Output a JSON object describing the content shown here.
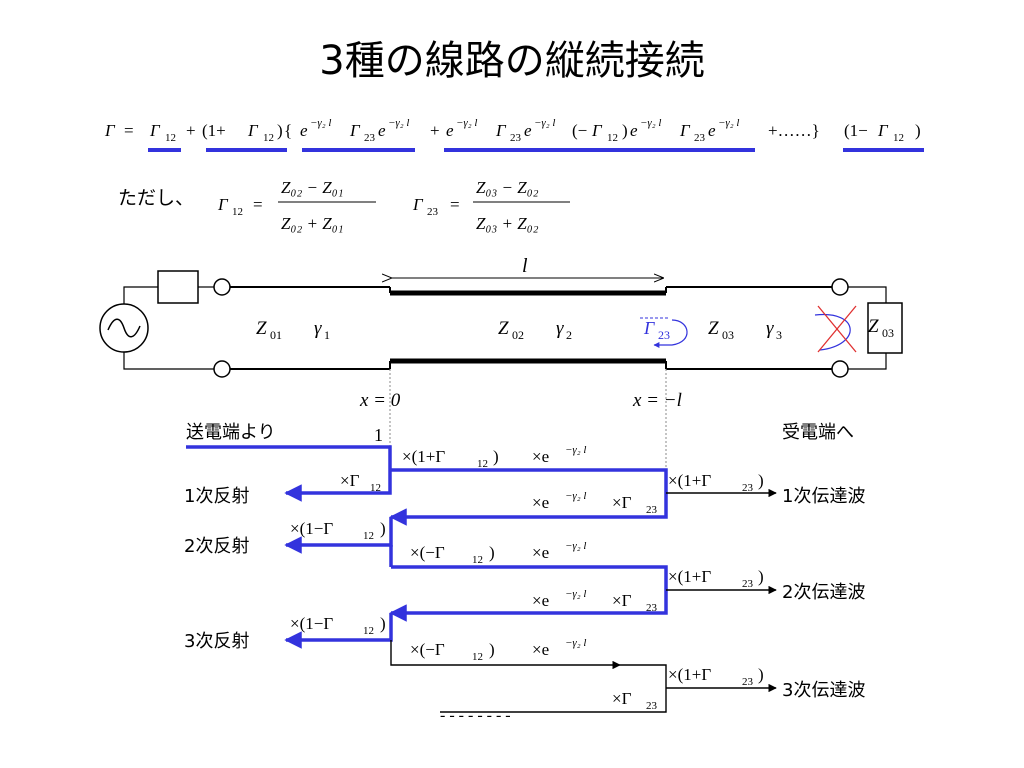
{
  "title": "3種の線路の縦続接続",
  "equation": {
    "gamma": "Γ",
    "sub12": "12",
    "sub23": "23",
    "e": "e",
    "neg_gamma2_l": "−γ₂ l",
    "equals": "=",
    "plus": "+",
    "one_plus": "(1+",
    "one_minus": "(1−",
    "minus_open": "(−",
    "close_paren": ")",
    "open_brace": "{",
    "ellipsis_close": "+……}"
  },
  "definitions": {
    "tadashi": "ただし、",
    "g12_fraction": {
      "label": "Γ",
      "sub": "12",
      "num": "Z₀₂ − Z₀₁",
      "den": "Z₀₂ + Z₀₁"
    },
    "g23_fraction": {
      "label": "Γ",
      "sub": "23",
      "num": "Z₀₃ − Z₀₂",
      "den": "Z₀₃ + Z₀₂"
    }
  },
  "circuit": {
    "length_label": "l",
    "sections": [
      {
        "Z": "Z",
        "Z_sub": "01",
        "gamma": "γ",
        "gamma_sub": "1"
      },
      {
        "Z": "Z",
        "Z_sub": "02",
        "gamma": "γ",
        "gamma_sub": "2"
      },
      {
        "Z": "Z",
        "Z_sub": "03",
        "gamma": "γ",
        "gamma_sub": "3"
      }
    ],
    "reflection_marker": {
      "gamma": "Γ",
      "sub": "23"
    },
    "load": {
      "Z": "Z",
      "sub": "03"
    },
    "x0_label": "x = 0",
    "xl_label": "x = −l"
  },
  "flow": {
    "send_label": "送電端より",
    "recv_label": "受電端へ",
    "one": "1",
    "reflections": [
      "1次反射",
      "2次反射",
      "3次反射"
    ],
    "transmissions": [
      "1次伝達波",
      "2次伝達波",
      "3次伝達波"
    ],
    "times_gamma12": "×Γ",
    "times_one_plus_g12": "×(1+Γ",
    "times_one_minus_g12": "×(1−Γ",
    "times_neg_g12": "×(−Γ",
    "times_exp": "×e",
    "times_one_plus_g23": "×(1+Γ",
    "times_gamma23": "×Γ",
    "exp_sup": "−γ₂ l",
    "close": ")",
    "sub12": "12",
    "sub23": "23",
    "dashes": "- - - - - - - -"
  },
  "colors": {
    "highlight_blue": "#3333dd",
    "black": "#000000"
  }
}
